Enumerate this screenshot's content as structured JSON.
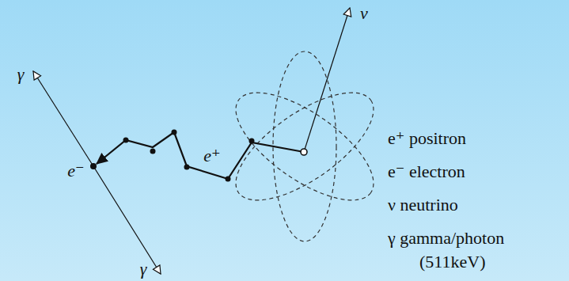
{
  "diagram": {
    "labels": [
      "ν",
      "γ",
      "e⁺",
      "e⁻",
      "γ"
    ],
    "legend": [
      {
        "text": "e⁺ positron"
      },
      {
        "text": "e⁻ electron"
      },
      {
        "text": "ν neutrino"
      },
      {
        "text": "γ gamma/photon (511keV)"
      }
    ]
  }
}
